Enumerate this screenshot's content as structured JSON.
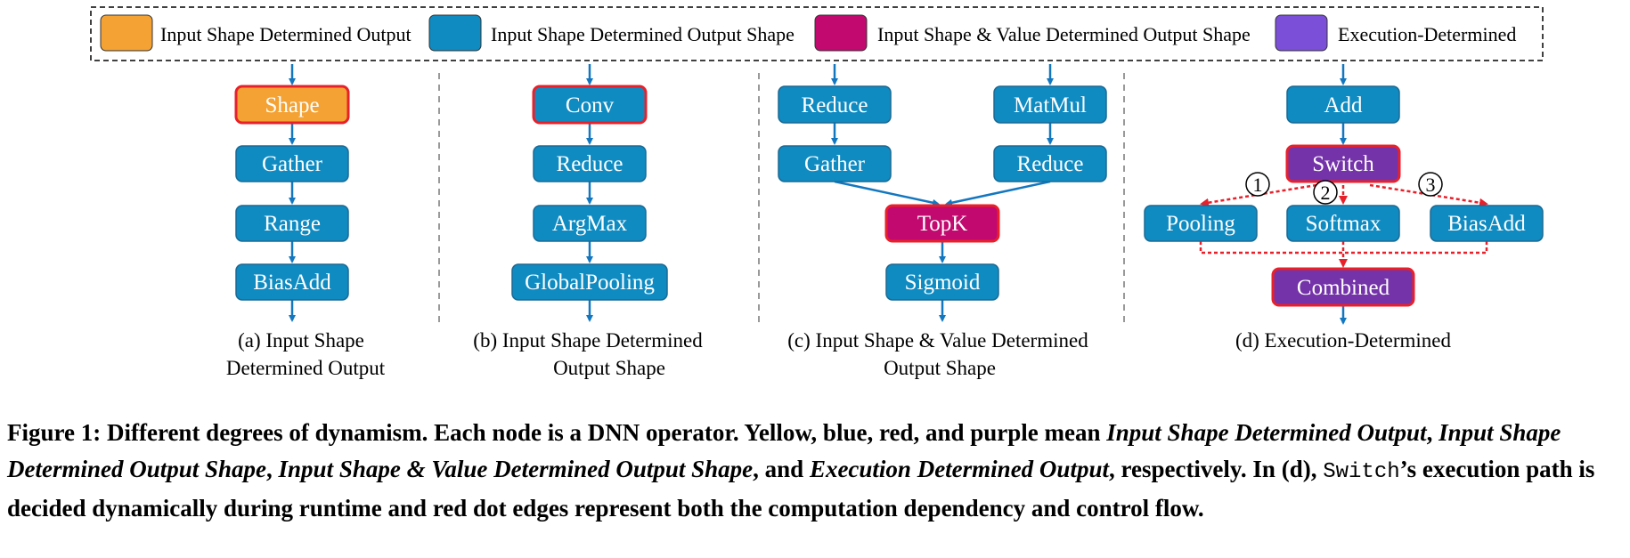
{
  "colors": {
    "orange": "#F4A233",
    "blue": "#0F8BC2",
    "magenta": "#C1096F",
    "purple": "#7B4FD8",
    "node_purple": "#7433A8",
    "highlight_border": "#E8202A",
    "edge_blue": "#1377C0",
    "control_red": "#E8202A"
  },
  "legend": [
    {
      "label": "Input Shape Determined Output",
      "color": "#F4A233"
    },
    {
      "label": "Input Shape Determined Output Shape",
      "color": "#0F8BC2"
    },
    {
      "label": "Input Shape & Value Determined Output Shape",
      "color": "#C1096F"
    },
    {
      "label": "Execution-Determined",
      "color": "#7B4FD8"
    }
  ],
  "panels": [
    {
      "id": "a",
      "caption_lines": [
        "(a) Input Shape",
        "Determined Output"
      ],
      "nodes": [
        "Shape",
        "Gather",
        "Range",
        "BiasAdd"
      ]
    },
    {
      "id": "b",
      "caption_lines": [
        "(b) Input Shape Determined",
        "Output Shape"
      ],
      "nodes": [
        "Conv",
        "Reduce",
        "ArgMax",
        "GlobalPooling"
      ]
    },
    {
      "id": "c",
      "caption_lines": [
        "(c) Input Shape & Value Determined",
        "Output Shape"
      ],
      "nodes": [
        "Reduce",
        "MatMul",
        "Gather",
        "Reduce",
        "TopK",
        "Sigmoid"
      ]
    },
    {
      "id": "d",
      "caption_lines": [
        "(d) Execution-Determined"
      ],
      "nodes": [
        "Add",
        "Switch",
        "Pooling",
        "Softmax",
        "BiasAdd",
        "Combined"
      ],
      "branch_markers": [
        "1",
        "2",
        "3"
      ]
    }
  ],
  "caption": {
    "p1": "Figure 1: Different degrees of dynamism. Each node is a DNN operator. Yellow, blue, red, and purple mean ",
    "i1": "Input Shape Determined Output",
    "p2": ", ",
    "i2": "Input Shape Determined Output Shape",
    "p3": ", ",
    "i3": "Input Shape & Value Determined Output Shape",
    "p4": ", and ",
    "i4": "Execution Determined Output",
    "p5": ", respectively. In (d), ",
    "code": "Switch",
    "p6": "’s execution path is decided dynamically during runtime and red dot edges represent both the computation dependency and control flow."
  }
}
